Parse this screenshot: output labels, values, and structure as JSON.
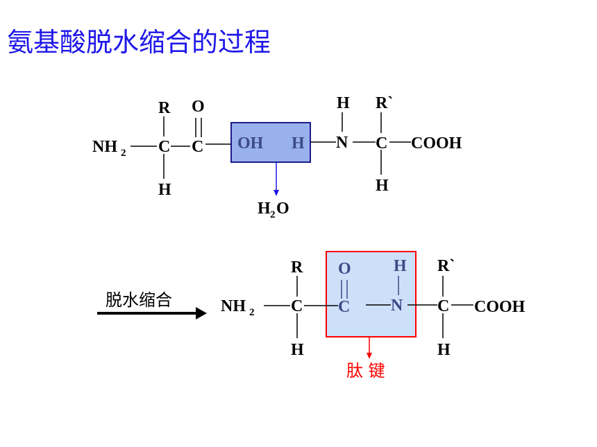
{
  "title": "氨基酸脱水缩合的过程",
  "reactants": {
    "amino_group": "NH",
    "amino_sub": "2",
    "r_group_1": "R",
    "carbonyl_o": "O",
    "alpha_c_1": "C",
    "carbonyl_c": "C",
    "h_below_1": "H",
    "hydroxyl": "OH",
    "amine_h_removed": "H",
    "amine_h_top": "H",
    "nitrogen": "N",
    "r_group_2": "R`",
    "alpha_c_2": "C",
    "carboxyl": "COOH",
    "h_below_2": "H"
  },
  "water": {
    "h": "H",
    "sub": "2",
    "o": "O"
  },
  "reaction_label": "脱水缩合",
  "product": {
    "amino_group": "NH",
    "amino_sub": "2",
    "r_group_1": "R",
    "alpha_c_1": "C",
    "h_below_1": "H",
    "carbonyl_o": "O",
    "carbonyl_c": "C",
    "amine_h": "H",
    "nitrogen": "N",
    "r_group_2": "R`",
    "alpha_c_2": "C",
    "carboxyl": "COOH",
    "h_below_2": "H"
  },
  "peptide_bond_label": "肽 键",
  "colors": {
    "title": "#1f17e8",
    "highlight_fill_top": "#98b1ec",
    "highlight_fill_bottom": "#cde0fa",
    "highlight_border_top": "#1a1a8a",
    "highlight_border_bottom": "#ff0000",
    "arrow_blue": "#1f17e8",
    "arrow_red": "#ff0000",
    "label_red": "#ff0000"
  }
}
